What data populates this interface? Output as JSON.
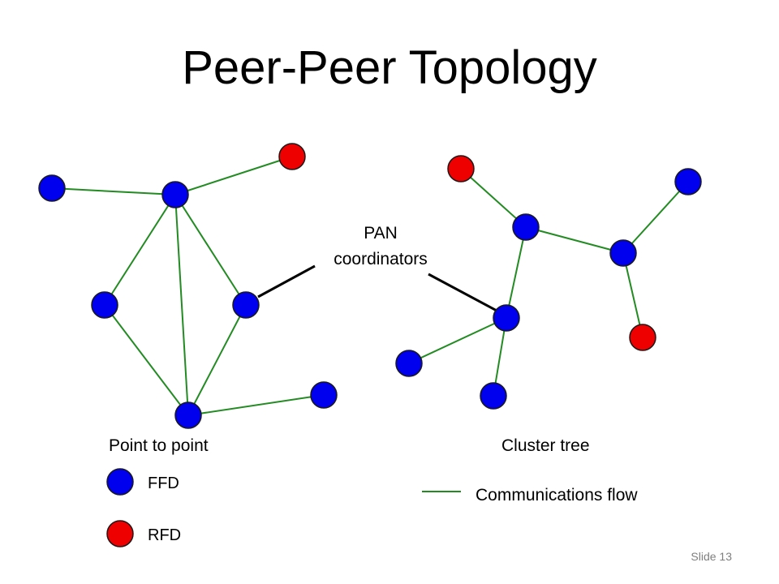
{
  "title": "Peer-Peer Topology",
  "labels": {
    "pan_line1": "PAN",
    "pan_line2": "coordinators",
    "point_to_point": "Point to point",
    "cluster_tree": "Cluster tree",
    "ffd": "FFD",
    "rfd": "RFD",
    "comm_flow": "Communications flow"
  },
  "slide_number": "Slide 13",
  "colors": {
    "ffd": "#0000ee",
    "rfd": "#ee0000",
    "link": "#228b22",
    "pointer": "#000000"
  }
}
